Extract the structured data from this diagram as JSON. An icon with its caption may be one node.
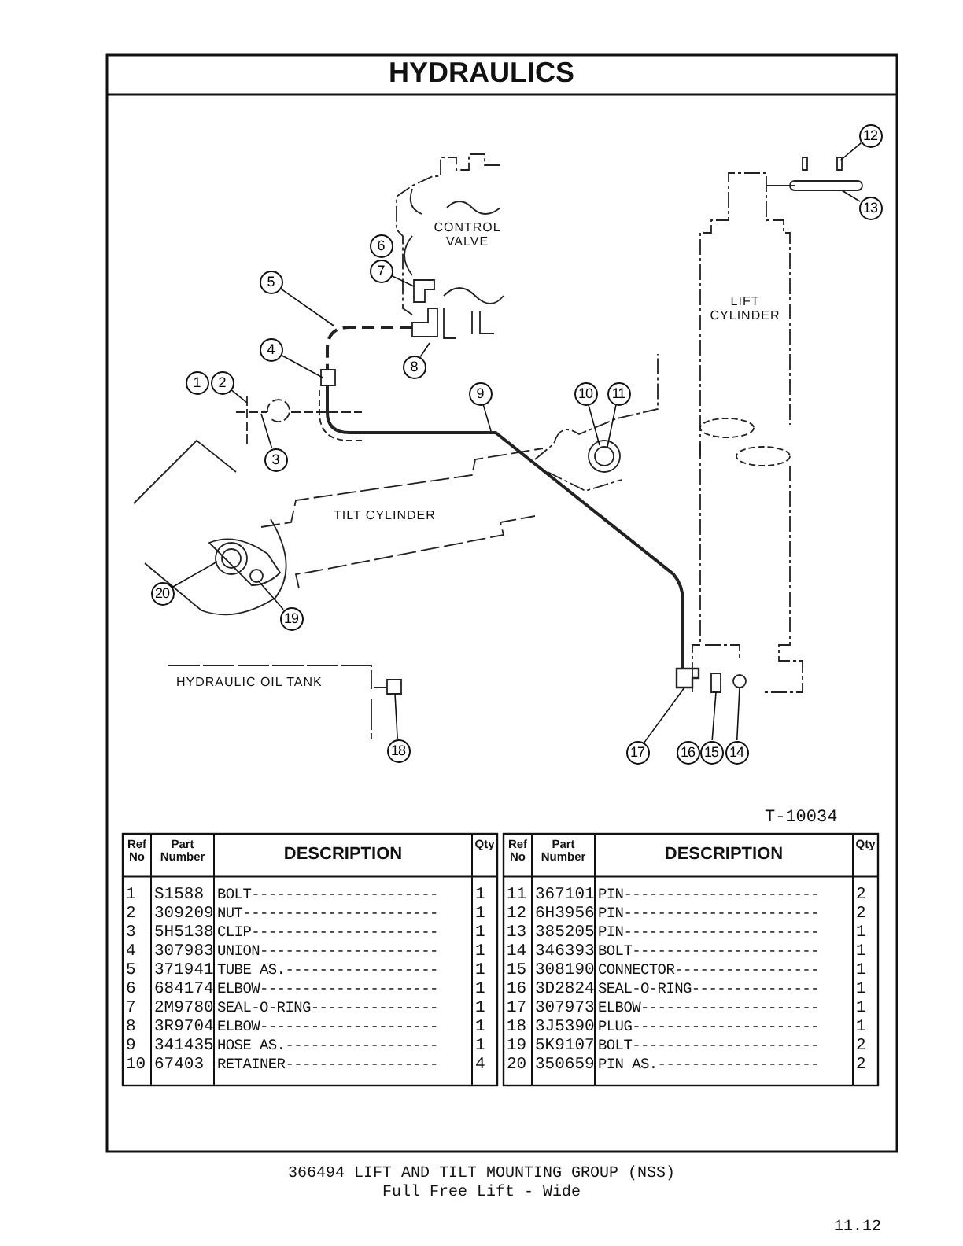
{
  "diagram": {
    "title": "HYDRAULICS",
    "caption": "366494 LIFT AND TILT MOUNTING GROUP (NSS)",
    "nodes": [
      {
        "text": [
          "1"
        ]
      },
      {
        "text": [
          "2"
        ]
      },
      {
        "text": [
          "3"
        ]
      },
      {
        "text": [
          "4"
        ]
      },
      {
        "text": [
          "5"
        ]
      },
      {
        "text": [
          "6"
        ]
      },
      {
        "text": [
          "7"
        ]
      },
      {
        "text": [
          "8"
        ]
      },
      {
        "text": [
          "9"
        ]
      },
      {
        "text": [
          "10"
        ]
      },
      {
        "text": [
          "11"
        ]
      },
      {
        "text": [
          "12"
        ]
      },
      {
        "text": [
          "13"
        ]
      },
      {
        "text": [
          "14"
        ]
      },
      {
        "text": [
          "15"
        ]
      },
      {
        "text": [
          "16"
        ]
      },
      {
        "text": [
          "17"
        ]
      },
      {
        "text": [
          "18"
        ]
      },
      {
        "text": [
          "19"
        ]
      },
      {
        "text": [
          "20"
        ]
      }
    ],
    "edges": [
      {
        "from": 1,
        "to": null,
        "arrow": "none"
      },
      {
        "from": 2,
        "to": null,
        "arrow": "none"
      },
      {
        "from": 3,
        "to": null,
        "arrow": "none"
      },
      {
        "from": 4,
        "to": null,
        "arrow": "none"
      },
      {
        "from": 6,
        "to": null,
        "arrow": "none"
      },
      {
        "from": 7,
        "to": null,
        "arrow": "none"
      },
      {
        "from": 8,
        "to": null,
        "arrow": "none"
      },
      {
        "from": 9,
        "to": null,
        "arrow": "none"
      },
      {
        "from": 10,
        "to": null,
        "arrow": "none"
      },
      {
        "from": 11,
        "to": null,
        "arrow": "none"
      },
      {
        "from": 12,
        "to": null,
        "arrow": "none"
      },
      {
        "from": 13,
        "to": null,
        "arrow": "none"
      },
      {
        "from": 14,
        "to": null,
        "arrow": "none"
      },
      {
        "from": 16,
        "to": null,
        "arrow": "none"
      },
      {
        "from": 17,
        "to": null,
        "arrow": "none"
      },
      {
        "from": 18,
        "to": null,
        "arrow": "none"
      },
      {
        "from": 19,
        "to": null,
        "arrow": "none"
      }
    ],
    "labels": [
      "CONTROL VALVE",
      "LIFT CYLINDER",
      "TILT CYLINDER",
      "HYDRAULIC OIL TANK",
      "T-10034",
      "Ref No",
      "Part Number",
      "DESCRIPTION",
      "Qty",
      "1",
      "S1588",
      "BOLT----------------------",
      "1",
      "2",
      "309209",
      "NUT-----------------------",
      "1",
      "3",
      "5H5138",
      "CLIP----------------------",
      "1",
      "4",
      "307983",
      "UNION---------------------",
      "1",
      "5",
      "371941",
      "TUBE AS.------------------",
      "1",
      "6",
      "684174",
      "ELBOW---------------------",
      "1",
      "7",
      "2M9780",
      "SEAL-O-RING---------------",
      "1",
      "8",
      "3R9704",
      "ELBOW---------------------",
      "1",
      "9",
      "341435",
      "HOSE AS.------------------",
      "1",
      "10",
      "67403",
      "RETAINER------------------",
      "4",
      "Ref No",
      "Part Number",
      "DESCRIPTION",
      "Qty",
      "11",
      "367101",
      "PIN-----------------------",
      "2",
      "12",
      "6H3956",
      "PIN-----------------------",
      "2",
      "13",
      "385205",
      "PIN-----------------------",
      "1",
      "14",
      "346393",
      "BOLT----------------------",
      "1",
      "15",
      "308190",
      "CONNECTOR-----------------",
      "1",
      "16",
      "3D2824",
      "SEAL-O-RING---------------",
      "1",
      "17",
      "307973",
      "ELBOW---------------------",
      "1",
      "18",
      "3J5390",
      "PLUG----------------------",
      "1",
      "19",
      "5K9107",
      "BOLT----------------------",
      "2",
      "20",
      "350659",
      "PIN AS.-------------------",
      "2",
      "Full Free Lift - Wide",
      "11.12"
    ]
  }
}
